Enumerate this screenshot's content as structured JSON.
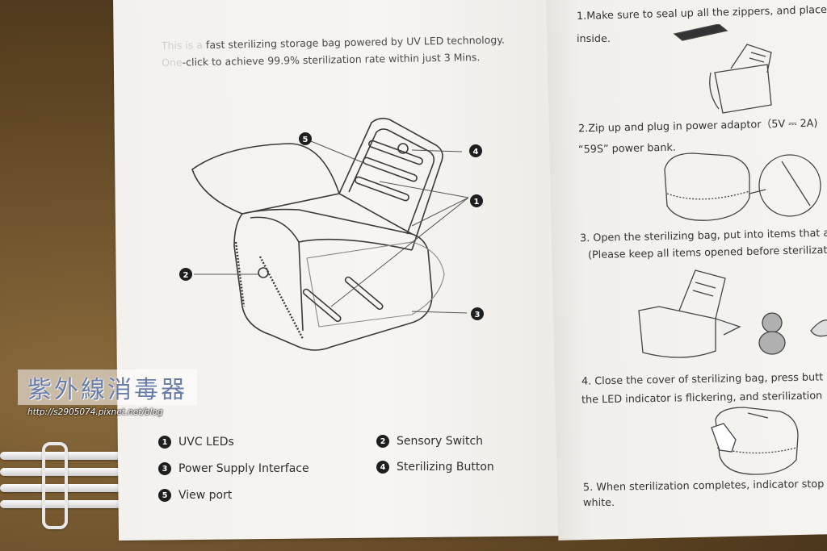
{
  "intro": {
    "line1_faint": "This is a",
    "line1": "fast sterilizing storage bag powered by UV LED technology.",
    "line2_faint": "One",
    "line2": "-click to achieve 99.9% sterilization rate within just 3 Mins."
  },
  "callouts": [
    "1",
    "2",
    "3",
    "4",
    "5"
  ],
  "legend": [
    {
      "num": "1",
      "label": "UVC LEDs"
    },
    {
      "num": "2",
      "label": "Sensory Switch"
    },
    {
      "num": "3",
      "label": "Power Supply Interface"
    },
    {
      "num": "4",
      "label": "Sterilizing Button"
    },
    {
      "num": "5",
      "label": "View port"
    }
  ],
  "steps": {
    "s1a": "1.Make sure to seal up all the zippers, and place",
    "s1b": "inside.",
    "s2a": "2.Zip up and plug in power adaptor（5V ⎓ 2A)",
    "s2b": "“59S” power bank.",
    "s3a": "3. Open the sterilizing bag, put into items that a",
    "s3b": "(Please keep all items opened before sterilizat",
    "s4a": "4. Close the cover of sterilizing bag, press butt",
    "s4b": "the LED indicator is flickering, and sterilization",
    "s5a": "5. When sterilization completes, indicator stop",
    "s5b": "white."
  },
  "watermark": {
    "title": "紫外線消毒器",
    "url": "http://s2905074.pixnet.net/blog"
  },
  "colors": {
    "paper": "#f5f3f0",
    "ink": "#2e2e2e",
    "background": "#6b5330",
    "watermark": "#6a7da8"
  }
}
